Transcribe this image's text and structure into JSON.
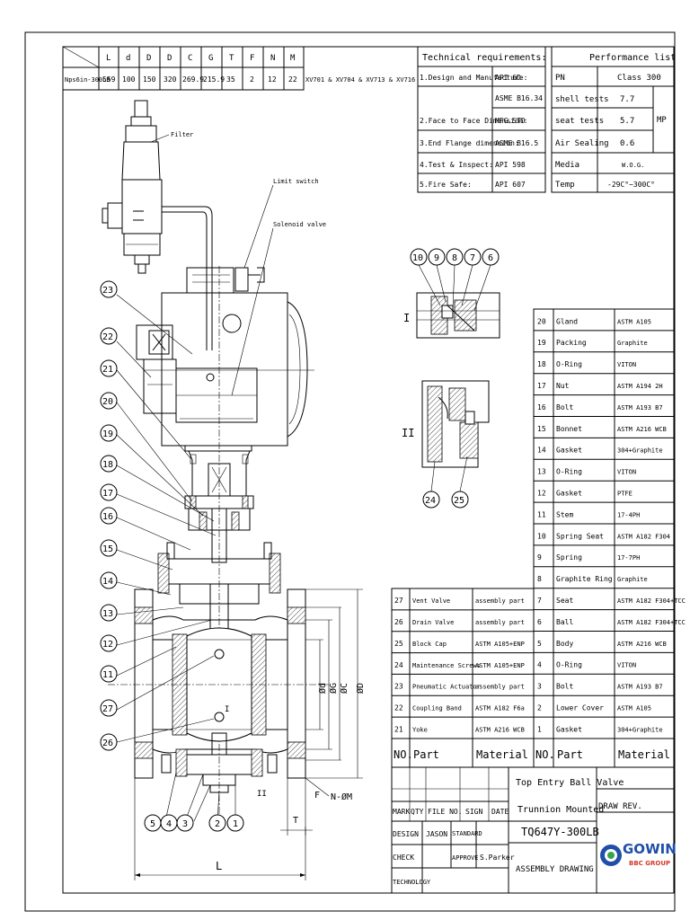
{
  "dimension_table": {
    "headers": [
      "L",
      "d",
      "D",
      "D",
      "C",
      "G",
      "T",
      "F",
      "N",
      "M"
    ],
    "model": "Nps6in-300LB",
    "values": [
      "559",
      "100",
      "150",
      "320",
      "269.9",
      "215.9",
      "35",
      "2",
      "12",
      "22"
    ],
    "note": "XV701 & XV704 & XV713 & XV716"
  },
  "tech_requirements": {
    "title": "Technical requirements:",
    "rows": [
      {
        "label": "1.Design and Manufacture:",
        "value": "API 6D"
      },
      {
        "label": "",
        "value": "ASME B16.34"
      },
      {
        "label": "2.Face to Face Dimension:",
        "value": "MFG.STD"
      },
      {
        "label": "3.End Flange dimension:",
        "value": "ASME B16.5"
      },
      {
        "label": "4.Test & Inspect:",
        "value": "API 598"
      },
      {
        "label": "5.Fire Safe:",
        "value": "API 607"
      }
    ]
  },
  "performance": {
    "title": "Performance list",
    "rows": [
      {
        "label": "PN",
        "value": "Class 300"
      },
      {
        "label": "shell tests",
        "value": "7.7"
      },
      {
        "label": "seat tests",
        "value": "5.7"
      },
      {
        "label": "Air Sealing",
        "value": "0.6"
      },
      {
        "label": "Media",
        "value": "W.O.G."
      },
      {
        "label": "Temp",
        "value": "-29C°~300C°"
      }
    ],
    "unit": "MP"
  },
  "drawing_labels": {
    "filter": "Filter",
    "limit_switch": "Limit switch",
    "solenoid_valve": "Solenoid valve",
    "view_I": "I",
    "view_II": "II",
    "dim_L": "L",
    "dim_T": "T",
    "dim_F": "F",
    "dim_N": "N-ØM",
    "dim_d": "Ød",
    "dim_G": "ØG",
    "dim_C": "ØC",
    "dim_D": "ØD",
    "mark_I": "I",
    "mark_II": "II"
  },
  "balloons_left": [
    "23",
    "22",
    "21",
    "20",
    "19",
    "18",
    "17",
    "16",
    "15",
    "14",
    "13",
    "12",
    "11",
    "27",
    "26"
  ],
  "balloons_bottom": [
    "5",
    "4",
    "3",
    "2",
    "1"
  ],
  "balloons_top": [
    "10",
    "9",
    "8",
    "7",
    "6"
  ],
  "balloons_detail": [
    "24",
    "25"
  ],
  "parts_right": [
    {
      "no": "20",
      "part": "Gland",
      "material": "ASTM A105"
    },
    {
      "no": "19",
      "part": "Packing",
      "material": "Graphite"
    },
    {
      "no": "18",
      "part": "O-Ring",
      "material": "VITON"
    },
    {
      "no": "17",
      "part": "Nut",
      "material": "ASTM A194 2H"
    },
    {
      "no": "16",
      "part": "Bolt",
      "material": "ASTM A193 B7"
    },
    {
      "no": "15",
      "part": "Bonnet",
      "material": "ASTM A216 WCB"
    },
    {
      "no": "14",
      "part": "Gasket",
      "material": "304+Graphite"
    },
    {
      "no": "13",
      "part": "O-Ring",
      "material": "VITON"
    },
    {
      "no": "12",
      "part": "Gasket",
      "material": "PTFE"
    },
    {
      "no": "11",
      "part": "Stem",
      "material": "17-4PH"
    },
    {
      "no": "10",
      "part": "Spring Seat",
      "material": "ASTM A182 F304"
    },
    {
      "no": "9",
      "part": "Spring",
      "material": "17-7PH"
    },
    {
      "no": "8",
      "part": "Graphite Ring",
      "material": "Graphite"
    },
    {
      "no": "7",
      "part": "Seat",
      "material": "ASTM A182 F304+TCC"
    },
    {
      "no": "6",
      "part": "Ball",
      "material": "ASTM A182 F304+TCC"
    },
    {
      "no": "5",
      "part": "Body",
      "material": "ASTM A216 WCB"
    },
    {
      "no": "4",
      "part": "O-Ring",
      "material": "VITON"
    },
    {
      "no": "3",
      "part": "Bolt",
      "material": "ASTM A193 B7"
    },
    {
      "no": "2",
      "part": "Lower Cover",
      "material": "ASTM A105"
    },
    {
      "no": "1",
      "part": "Gasket",
      "material": "304+Graphite"
    }
  ],
  "parts_left": [
    {
      "no": "27",
      "part": "Vent Valve",
      "material": "assembly part"
    },
    {
      "no": "26",
      "part": "Drain Valve",
      "material": "assembly part"
    },
    {
      "no": "25",
      "part": "Block Cap",
      "material": "ASTM A105+ENP"
    },
    {
      "no": "24",
      "part": "Maintenance Screws",
      "material": "ASTM A105+ENP"
    },
    {
      "no": "23",
      "part": "Pneumatic Actuator",
      "material": "assembly part"
    },
    {
      "no": "22",
      "part": "Coupling Band",
      "material": "ASTM A182 F6a"
    },
    {
      "no": "21",
      "part": "Yoke",
      "material": "ASTM A216 WCB"
    }
  ],
  "parts_header": {
    "no": "NO.",
    "part": "Part",
    "material": "Material"
  },
  "title_block": {
    "title_line1": "Top Entry Ball Valve",
    "title_line2": "Trunnion Mounted",
    "title_line3": "TQ647Y-300LB",
    "mark": "MARK",
    "qty": "QTY",
    "file_no": "FILE NO.",
    "sign": "SIGN",
    "date": "DATE",
    "draw_rev": "DRAW REV.",
    "design": "DESIGN",
    "designer": "JASON",
    "standard": "STANDARD",
    "check": "CHECK",
    "approve": "APPROVE",
    "approver": "S.Parker",
    "technology": "TECHNOLOGY",
    "drawing_type": "ASSEMBLY DRAWING",
    "logo_text": "GOWIN",
    "logo_sub": "BBC GROUP"
  }
}
